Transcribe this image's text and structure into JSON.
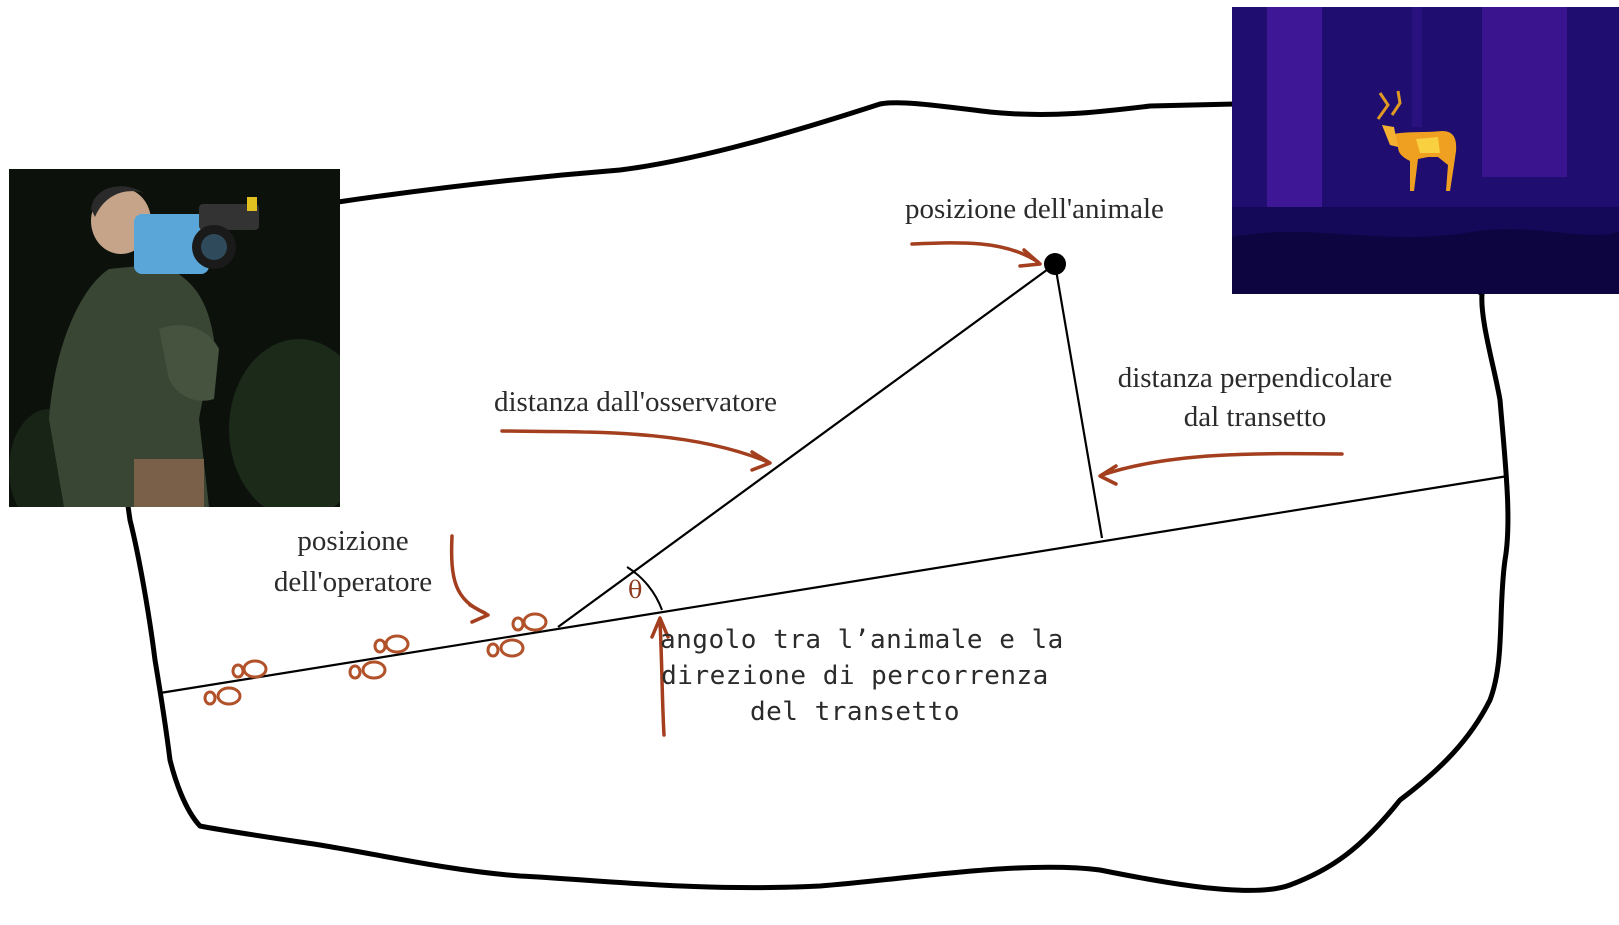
{
  "diagram": {
    "labels": {
      "animal_position": "posizione dell'animale",
      "observer_distance": "distanza dall'osservatore",
      "perpendicular_distance_line1": "distanza perpendicolare",
      "perpendicular_distance_line2": "dal transetto",
      "operator_position_line1": "posizione",
      "operator_position_line2": "dell'operatore",
      "angle_symbol": "θ",
      "angle_line1": "angolo tra l’animale e la",
      "angle_line2": "direzione di percorrenza",
      "angle_line3": "del transetto"
    },
    "colors": {
      "line": "#000000",
      "arrow": "#a33e1e",
      "footprint": "#b2522a",
      "text": "#2b2b2b"
    },
    "photos": {
      "operator": "photo-operator-with-thermal-camera-at-night",
      "thermal": "thermal-image-of-deer-in-forest"
    }
  }
}
